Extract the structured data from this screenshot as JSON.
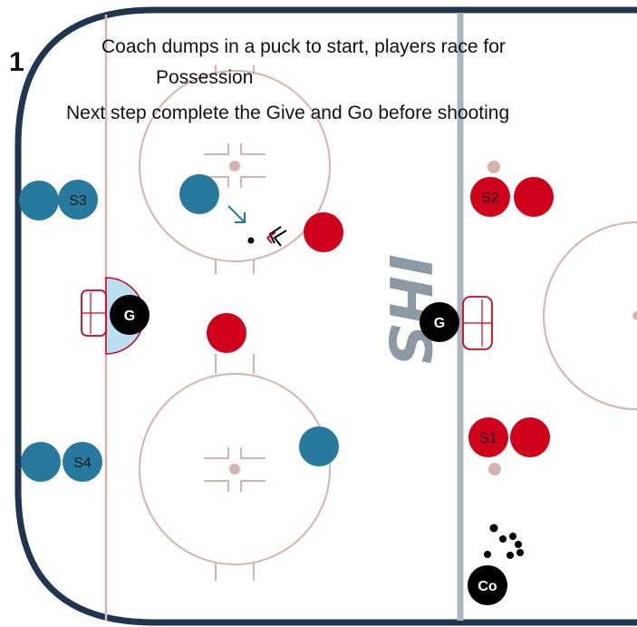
{
  "drill": {
    "number": "1",
    "instructions": [
      "Coach dumps in a puck to start, players race for",
      "Possession",
      "Next step complete the Give and Go before shooting"
    ]
  },
  "logo": "IHS",
  "players": {
    "blue_team": [
      "S3",
      "S4"
    ],
    "red_team": [
      "S2",
      "S1"
    ],
    "goalie_left": "G",
    "goalie_right": "G",
    "coach": "Co"
  },
  "colors": {
    "board_outline": "#1f3550",
    "ice_lines": "#d7b3b0",
    "blue_line": "#a9b6c2",
    "blue_player": "#27799d",
    "red_player": "#d0021b",
    "goalie": "#000000",
    "crease": "#b8dff2",
    "net": "#d0021b"
  },
  "icons": {
    "pass_arrow": "arrow-icon",
    "skate_arrow": "double-chevron-icon",
    "puck": "puck-icon"
  }
}
